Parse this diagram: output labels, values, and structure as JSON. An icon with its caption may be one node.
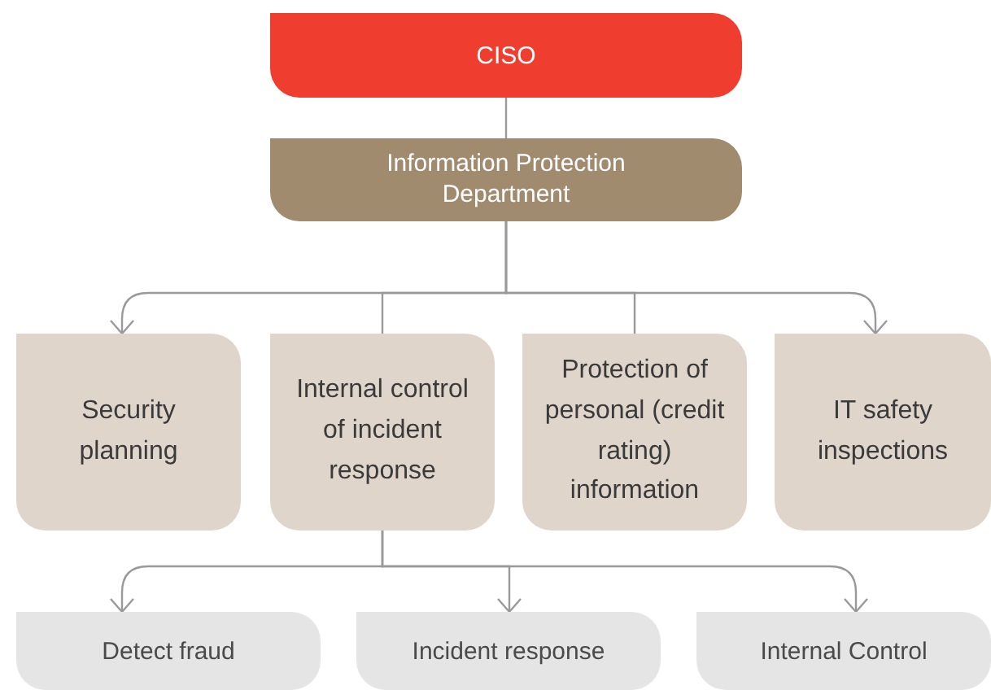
{
  "diagram": {
    "nodes": [
      {
        "text": [
          "CISO"
        ]
      },
      {
        "text": [
          "Information Protection Department"
        ]
      },
      {
        "text": [
          "Security planning"
        ]
      },
      {
        "text": [
          "Internal control of incident response"
        ]
      },
      {
        "text": [
          "Protection of personal (credit rating) information"
        ]
      },
      {
        "text": [
          "IT safety inspections"
        ]
      },
      {
        "text": [
          "Detect fraud"
        ]
      },
      {
        "text": [
          "Incident response"
        ]
      },
      {
        "text": [
          "Internal Control"
        ]
      }
    ],
    "edges": [
      {
        "from": 0,
        "to": 1,
        "arrow": "none"
      },
      {
        "from": 1,
        "to": 2,
        "arrow": "to"
      },
      {
        "from": 1,
        "to": 3,
        "arrow": "none"
      },
      {
        "from": 1,
        "to": 4,
        "arrow": "none"
      },
      {
        "from": 1,
        "to": 5,
        "arrow": "to"
      },
      {
        "from": 3,
        "to": 6,
        "arrow": "to"
      },
      {
        "from": 3,
        "to": 7,
        "arrow": "to"
      },
      {
        "from": 3,
        "to": 8,
        "arrow": "to"
      }
    ]
  }
}
